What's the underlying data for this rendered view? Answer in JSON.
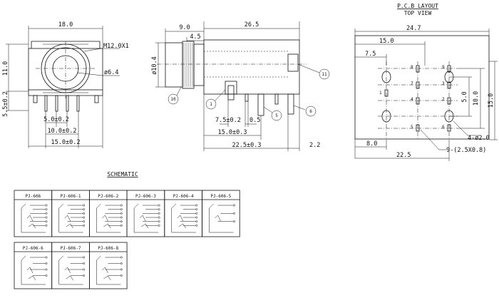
{
  "front_view": {
    "width_top": "18.0",
    "height_left": "11.0",
    "height_left2": "5.5±0.2",
    "thread": "M12.0X1",
    "hole_dia": "ø6.4",
    "pitch_inner": "5.0±0.2",
    "pitch_mid": "10.0±0.2",
    "width_bottom": "15.0±0.2"
  },
  "side_view": {
    "front_len": "9.0",
    "nut_len": "4.5",
    "body_len": "26.5",
    "dia": "ø10.4",
    "pin_offset": "7.5±0.2",
    "pin_thick": "0.5",
    "pitch": "15.0±0.3",
    "overall": "22.5±0.3",
    "right_offset": "2.2",
    "callouts": [
      "1",
      "5",
      "6",
      "10",
      "11"
    ]
  },
  "pcb_layout": {
    "title": "P.C.B LAYOUT",
    "subtitle": "TOP VIEW",
    "width": "24.7",
    "dim_15": "15.0",
    "dim_75": "7.5",
    "pin_labels": [
      "8",
      "9",
      "7",
      "3",
      "1",
      "2",
      "4",
      "5",
      "6"
    ],
    "dim_50": "5.0",
    "dim_100": "10.0",
    "dim_150": "15.0",
    "bottom_8": "8.0",
    "bottom_225": "22.5",
    "hole_note": "4-ø2.0",
    "slot_note": "9-(2.5X0.8)"
  },
  "schematic": {
    "title": "SCHEMATIC",
    "models": [
      "PJ-606",
      "PJ-606-1",
      "PJ-606-2",
      "PJ-606-3",
      "PJ-606-4",
      "PJ-606-5",
      "PJ-606-6",
      "PJ-606-7",
      "PJ-606-8"
    ]
  }
}
